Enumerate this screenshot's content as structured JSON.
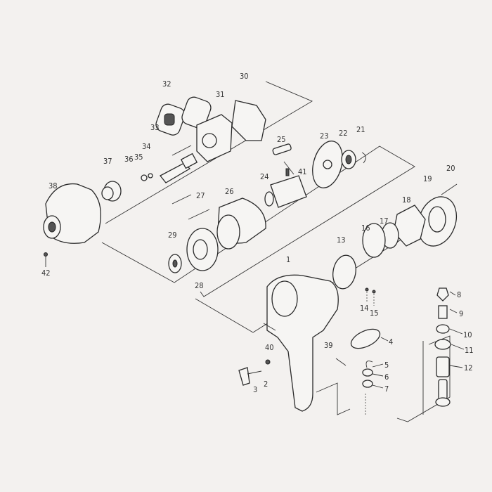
{
  "diagram": {
    "type": "exploded-parts-diagram",
    "part_labels": {
      "p1": "1",
      "p2": "2",
      "p3": "3",
      "p4": "4",
      "p5": "5",
      "p6": "6",
      "p7": "7",
      "p8": "8",
      "p9": "9",
      "p10": "10",
      "p11": "11",
      "p12": "12",
      "p13": "13",
      "p14": "14",
      "p15": "15",
      "p16": "16",
      "p17": "17",
      "p18": "18",
      "p19": "19",
      "p20": "20",
      "p21": "21",
      "p22": "22",
      "p23": "23",
      "p24": "24",
      "p25": "25",
      "p26": "26",
      "p27": "27",
      "p28": "28",
      "p29": "29",
      "p30": "30",
      "p31": "31",
      "p32": "32",
      "p33": "33",
      "p34": "34",
      "p35": "35",
      "p36": "36",
      "p37": "37",
      "p38": "38",
      "p39": "39",
      "p40": "40",
      "p41": "41",
      "p42": "42"
    }
  }
}
